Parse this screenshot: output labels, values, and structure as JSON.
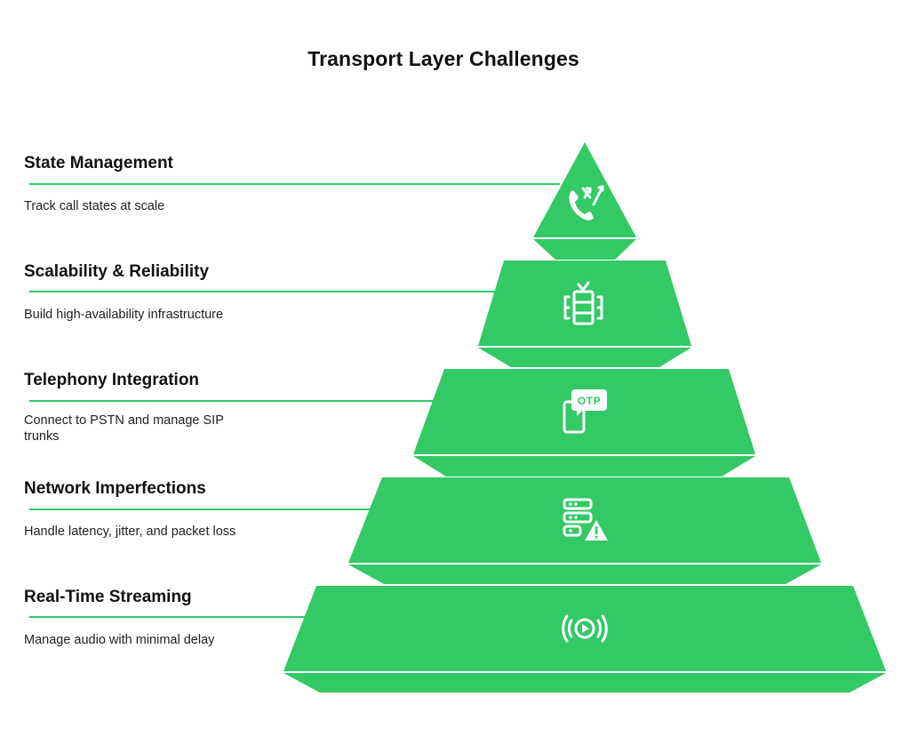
{
  "title": "Transport Layer Challenges",
  "accent_color": "#33c965",
  "tiers": [
    {
      "heading": "State Management",
      "description": "Track call states at scale",
      "icon": "phone-route-icon"
    },
    {
      "heading": "Scalability & Reliability",
      "description": "Build high-availability infrastructure",
      "icon": "server-rack-check-icon"
    },
    {
      "heading": "Telephony Integration",
      "description": "Connect to PSTN and manage SIP trunks",
      "icon": "otp-phone-icon"
    },
    {
      "heading": "Network Imperfections",
      "description": "Handle latency, jitter, and packet loss",
      "icon": "server-warning-icon"
    },
    {
      "heading": "Real-Time Streaming",
      "description": "Manage audio with minimal delay",
      "icon": "live-stream-icon"
    }
  ]
}
